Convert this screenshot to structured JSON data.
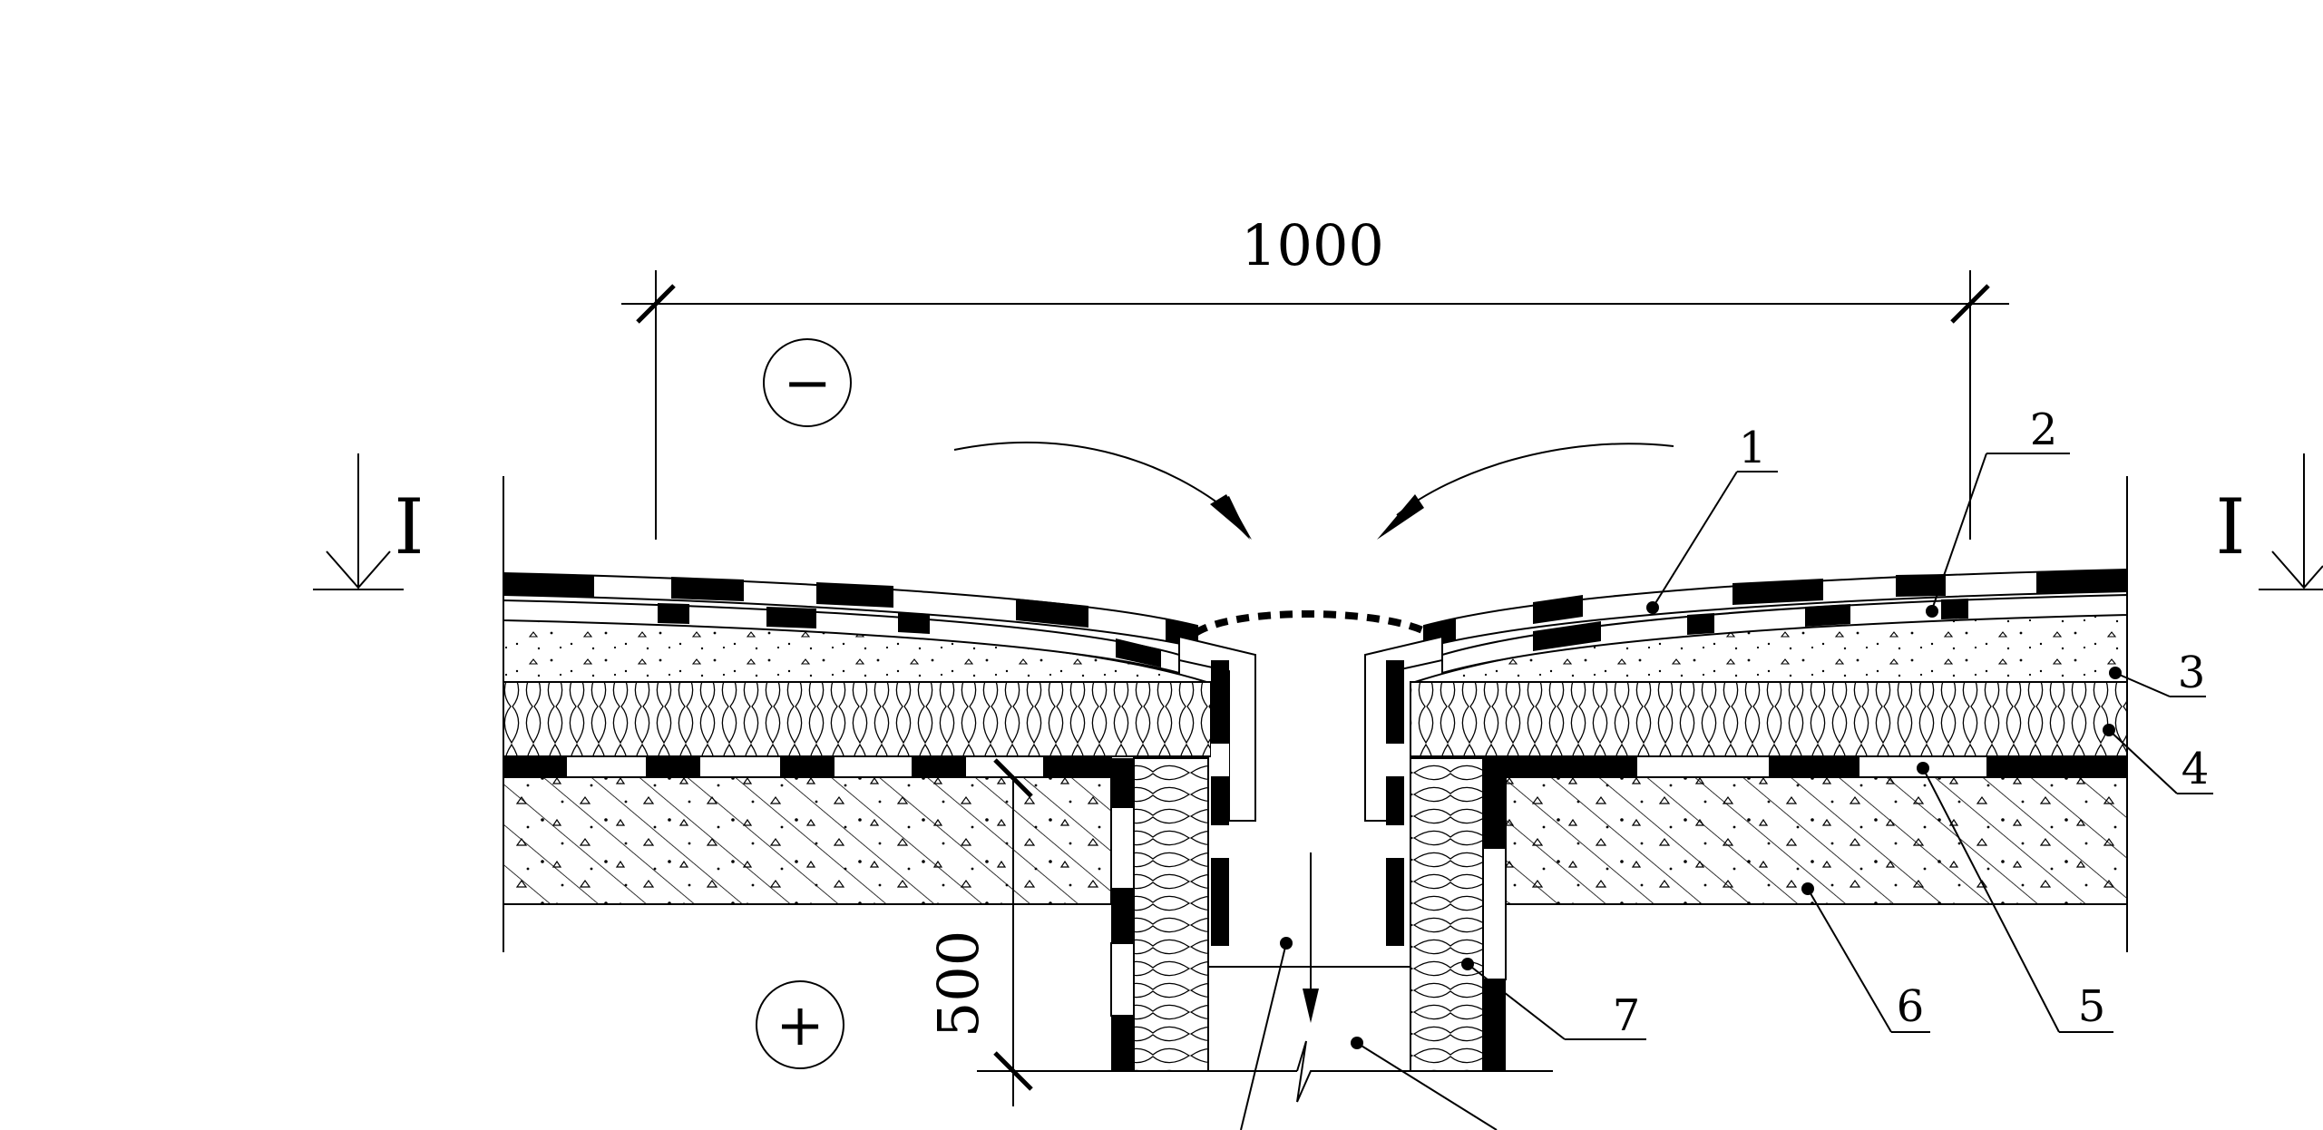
{
  "dimensions": {
    "width_label": "1000",
    "depth_label": "500"
  },
  "section_marks": {
    "left": "I",
    "right": "I"
  },
  "pressure_signs": {
    "negative": "−",
    "positive": "+"
  },
  "callouts": [
    "1",
    "2",
    "3",
    "4",
    "5",
    "6",
    "7"
  ],
  "colors": {
    "line": "#000000",
    "background": "#ffffff",
    "membrane_fill": "#000000"
  }
}
